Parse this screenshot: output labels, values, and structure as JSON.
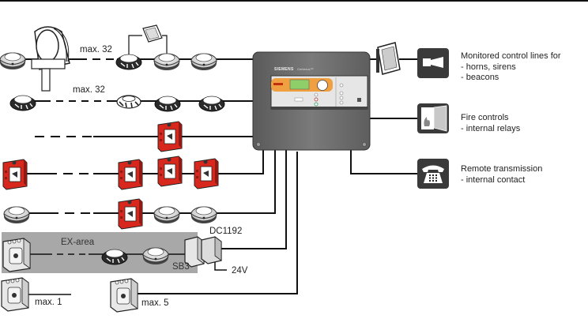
{
  "diagram": {
    "title": "Cerberus fire detection system overview",
    "panel": {
      "brand": "SIEMENS",
      "product": "Cerberus™",
      "colors": {
        "body": "#6a6a6a",
        "display_accent": "#f0a040",
        "display_lcd": "#8fcf6a"
      }
    },
    "lines": [
      {
        "id": "line-1",
        "label": "max. 32",
        "devices": [
          "detector",
          "beam-detector",
          "detector",
          "detector",
          "detector"
        ],
        "extra": "remote-indicator"
      },
      {
        "id": "line-2",
        "label": "max. 32",
        "devices": [
          "detector-black",
          "detector-white",
          "detector-black",
          "detector-black"
        ]
      },
      {
        "id": "line-3",
        "label": "",
        "devices": [
          "manual-call-point"
        ]
      },
      {
        "id": "line-4",
        "label": "",
        "devices": [
          "manual-call-point",
          "manual-call-point",
          "manual-call-point",
          "manual-call-point"
        ]
      },
      {
        "id": "line-5",
        "label": "",
        "devices": [
          "detector",
          "manual-call-point",
          "detector",
          "detector"
        ]
      },
      {
        "id": "line-ex",
        "label": "EX-area",
        "devices": [
          "ex-box",
          "detector-black",
          "detector"
        ]
      },
      {
        "id": "line-max1",
        "label": "max. 1",
        "devices": [
          "ex-box"
        ]
      },
      {
        "id": "line-max5",
        "label": "max. 5",
        "devices": [
          "ex-box"
        ]
      }
    ],
    "labels": {
      "max32_a": "max. 32",
      "max32_b": "max. 32",
      "ex_area": "EX-area",
      "sb3": "SB3",
      "dc1192": "DC1192",
      "v24": "24V",
      "max1": "max. 1",
      "max5": "max. 5"
    },
    "outputs": [
      {
        "icon": "horn-icon",
        "title": "Monitored control lines for",
        "items": [
          "- horns, sirens",
          "- beacons"
        ]
      },
      {
        "icon": "fire-door-icon",
        "title": "Fire controls",
        "items": [
          "- internal relays"
        ]
      },
      {
        "icon": "telephone-icon",
        "title": "Remote transmission",
        "items": [
          "- internal contact"
        ]
      }
    ],
    "colors": {
      "line": "#111111",
      "mcp_red": "#d8281e",
      "icon_bg": "#3a3a3a",
      "ex_area_bg": "#a8a8a8"
    }
  }
}
